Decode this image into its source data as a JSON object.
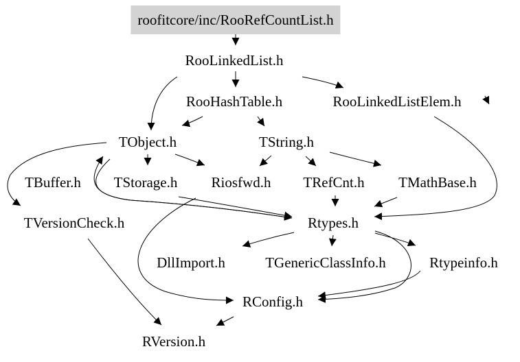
{
  "diagram": {
    "background": "#ffffff",
    "root_fill": "#d3d3d3",
    "edge_color": "#000000",
    "nodes": [
      {
        "id": "root",
        "label": "roofitcore/inc/RooRefCountList.h"
      },
      {
        "id": "linkedlist",
        "label": "RooLinkedList.h"
      },
      {
        "id": "hashtable",
        "label": "RooHashTable.h"
      },
      {
        "id": "linkedlistelem",
        "label": "RooLinkedListElem.h"
      },
      {
        "id": "tobject",
        "label": "TObject.h"
      },
      {
        "id": "tstring",
        "label": "TString.h"
      },
      {
        "id": "tbuffer",
        "label": "TBuffer.h"
      },
      {
        "id": "tstorage",
        "label": "TStorage.h"
      },
      {
        "id": "riosfwd",
        "label": "Riosfwd.h"
      },
      {
        "id": "trefcnt",
        "label": "TRefCnt.h"
      },
      {
        "id": "tmathbase",
        "label": "TMathBase.h"
      },
      {
        "id": "tversioncheck",
        "label": "TVersionCheck.h"
      },
      {
        "id": "rtypes",
        "label": "Rtypes.h"
      },
      {
        "id": "dllimport",
        "label": "DllImport.h"
      },
      {
        "id": "tgenericclassinfo",
        "label": "TGenericClassInfo.h"
      },
      {
        "id": "rtypeinfo",
        "label": "Rtypeinfo.h"
      },
      {
        "id": "rconfig",
        "label": "RConfig.h"
      },
      {
        "id": "rversion",
        "label": "RVersion.h"
      }
    ],
    "edges": [
      {
        "from": "root",
        "to": "linkedlist"
      },
      {
        "from": "linkedlist",
        "to": "hashtable"
      },
      {
        "from": "linkedlist",
        "to": "linkedlistelem"
      },
      {
        "from": "linkedlist",
        "to": "tobject"
      },
      {
        "from": "linkedlistelem",
        "to": "linkedlistelem"
      },
      {
        "from": "linkedlistelem",
        "to": "rtypes"
      },
      {
        "from": "hashtable",
        "to": "tobject"
      },
      {
        "from": "hashtable",
        "to": "tstring"
      },
      {
        "from": "tobject",
        "to": "tstorage"
      },
      {
        "from": "tobject",
        "to": "riosfwd"
      },
      {
        "from": "tobject",
        "to": "tversioncheck"
      },
      {
        "from": "tobject",
        "to": "rtypes"
      },
      {
        "from": "rtypes",
        "to": "tobject"
      },
      {
        "from": "tstring",
        "to": "riosfwd"
      },
      {
        "from": "tstring",
        "to": "trefcnt"
      },
      {
        "from": "tstring",
        "to": "tmathbase"
      },
      {
        "from": "trefcnt",
        "to": "rtypes"
      },
      {
        "from": "tmathbase",
        "to": "rtypes"
      },
      {
        "from": "tstorage",
        "to": "rtypes"
      },
      {
        "from": "riosfwd",
        "to": "rconfig"
      },
      {
        "from": "rtypes",
        "to": "dllimport"
      },
      {
        "from": "rtypes",
        "to": "tgenericclassinfo"
      },
      {
        "from": "rtypes",
        "to": "rtypeinfo"
      },
      {
        "from": "rtypes",
        "to": "rconfig"
      },
      {
        "from": "rtypeinfo",
        "to": "rconfig"
      },
      {
        "from": "rconfig",
        "to": "rversion"
      },
      {
        "from": "tversioncheck",
        "to": "rversion"
      }
    ]
  }
}
